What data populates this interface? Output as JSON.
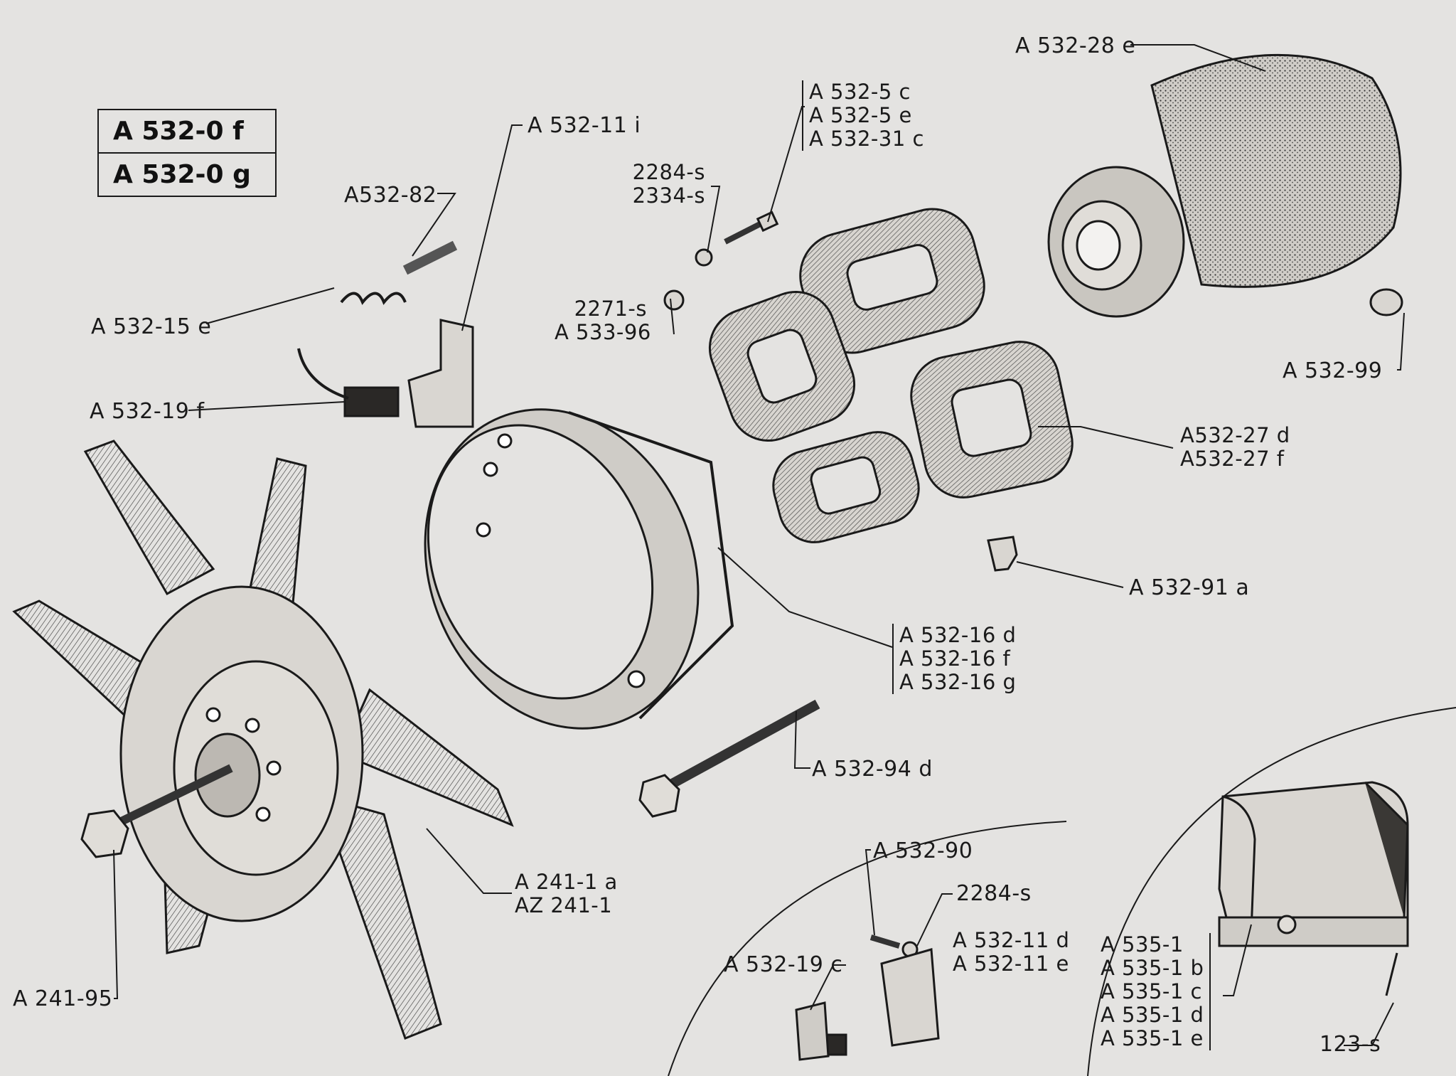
{
  "reference_box": [
    "A 532-0 f",
    "A 532-0 g"
  ],
  "labels": {
    "a532_82": "A532-82",
    "a532_15e": "A 532-15 e",
    "a532_19f": "A 532-19 f",
    "a532_11i": "A 532-11 i",
    "a2284s_2334s": [
      "2284-s",
      "2334-s"
    ],
    "a2271s_a53396": [
      "2271-s",
      "A 533-96"
    ],
    "a532_5_group": [
      "A 532-5 c",
      "A 532-5 e",
      "A 532-31 c"
    ],
    "a532_28e": "A 532-28 e",
    "a532_99": "A 532-99",
    "a532_27": [
      "A532-27 d",
      "A532-27 f"
    ],
    "a532_91a": "A 532-91 a",
    "a532_16": [
      "A 532-16 d",
      "A 532-16 f",
      "A 532-16 g"
    ],
    "a532_94d": "A 532-94 d",
    "a241_1a": [
      "A 241-1 a",
      "AZ 241-1"
    ],
    "a241_95": "A 241-95",
    "a532_90": "A 532-90",
    "a2284s_b": "2284-s",
    "a532_11de": [
      "A 532-11 d",
      "A 532-11 e"
    ],
    "a532_19c": "A 532-19 c",
    "a535_group": [
      "A 535-1",
      "A 535-1 b",
      "A 535-1 c",
      "A 535-1 d",
      "A 535-1 e"
    ],
    "a123s": "123-s"
  },
  "colors": {
    "paper": "#e4e3e1",
    "ink": "#1a1a1a",
    "shade": "#b9b6b1",
    "dark": "#2a2826"
  }
}
